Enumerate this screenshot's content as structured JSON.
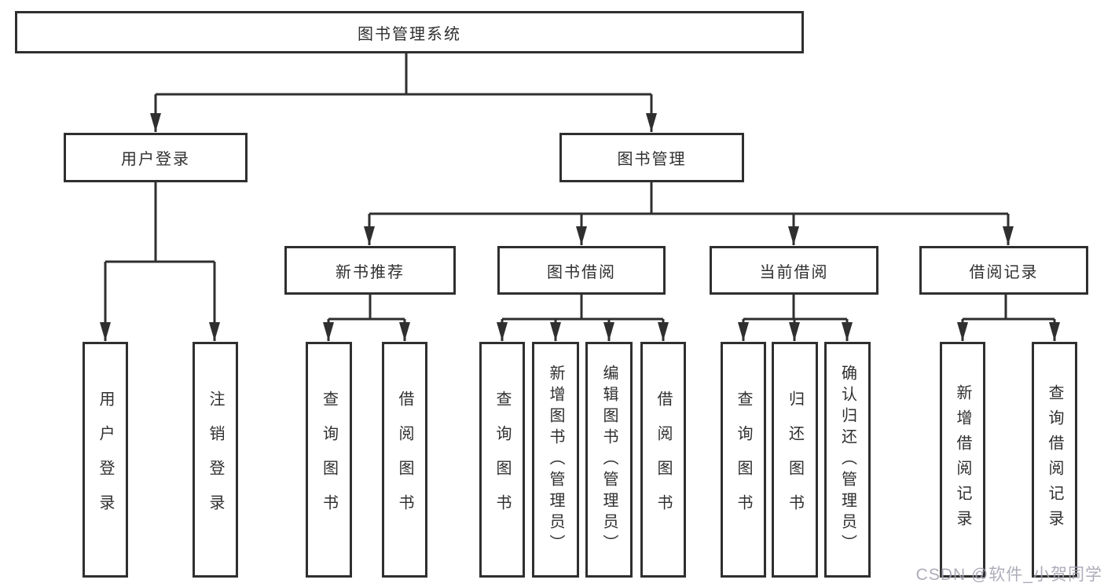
{
  "diagram": {
    "title": "图书管理系统",
    "root": {
      "label": "图书管理系统"
    },
    "branches": [
      {
        "label": "用户登录",
        "children": [
          {
            "label": "用户登录"
          },
          {
            "label": "注销登录"
          }
        ]
      },
      {
        "label": "图书管理",
        "children": [
          {
            "label": "新书推荐",
            "children": [
              {
                "label": "查询图书"
              },
              {
                "label": "借阅图书"
              }
            ]
          },
          {
            "label": "图书借阅",
            "children": [
              {
                "label": "查询图书"
              },
              {
                "label": "新增图书（管理员）"
              },
              {
                "label": "编辑图书（管理员）"
              },
              {
                "label": "借阅图书"
              }
            ]
          },
          {
            "label": "当前借阅",
            "children": [
              {
                "label": "查询图书"
              },
              {
                "label": "归还图书"
              },
              {
                "label": "确认归还（管理员）"
              }
            ]
          },
          {
            "label": "借阅记录",
            "children": [
              {
                "label": "新增借阅记录"
              },
              {
                "label": "查询借阅记录"
              }
            ]
          }
        ]
      }
    ]
  },
  "watermark": {
    "text": "CSDN @软件_小贺同学"
  },
  "colors": {
    "line": "#2f2f2f",
    "box_border": "#2f2f2f",
    "box_fill": "#ffffff",
    "text": "#2f2f2f",
    "watermark": "#a5a5b3",
    "background": "#ffffff"
  }
}
